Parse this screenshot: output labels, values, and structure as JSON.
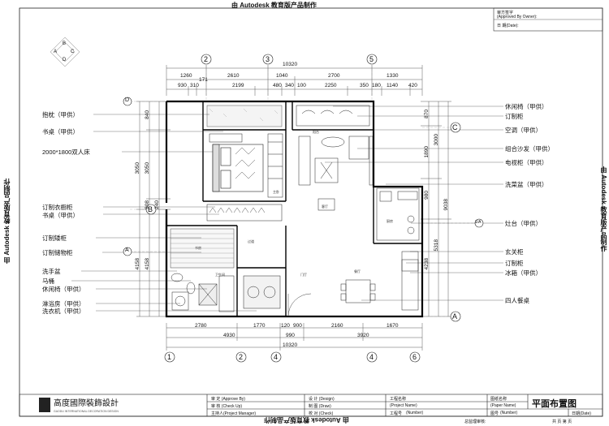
{
  "stamps": {
    "top": "由 Autodesk 教育版产品制作",
    "bottom": "由 Autodesk 教育版产品制作",
    "left": "由 Autodesk 教育版产品制作",
    "right": "由 Autodesk 教育版产品制作"
  },
  "approval": {
    "approver": "审方签字",
    "approver_en": "(Approved By Owner):",
    "date": "日 期(Date):"
  },
  "dims": {
    "top_total": "10320",
    "top_row2": [
      "1260",
      "2610",
      "1040",
      "2700",
      "1330"
    ],
    "top_row3": [
      "930",
      "310",
      "171",
      "2199",
      "480",
      "340",
      "100",
      "2250",
      "350",
      "180",
      "1140",
      "420"
    ],
    "bottom_row1": [
      "2780",
      "1770",
      "120",
      "900",
      "2160",
      "1670"
    ],
    "bottom_row2": [
      "4930",
      "990",
      "3920"
    ],
    "bottom_total": "10320",
    "left_outer": [
      "3050",
      "4158"
    ],
    "left_inner": [
      "840",
      "3050",
      "908",
      "240",
      "4158"
    ],
    "right_inner": [
      "870",
      "1890",
      "980",
      "4238"
    ],
    "right_outer": [
      "3000",
      "5318",
      "9038"
    ]
  },
  "axes": {
    "top": [
      "2",
      "3",
      "5"
    ],
    "bottom": [
      "1",
      "2",
      "4",
      "4",
      "6"
    ],
    "left": [
      "D",
      "B",
      "A"
    ],
    "right": [
      "C",
      "A",
      "A"
    ],
    "right_label": "1/A"
  },
  "left_labels": [
    "抱枕（甲供）",
    "书桌（甲供）",
    "2000*1800双人床",
    "订制衣橱柜",
    "书桌（甲供）",
    "订制矮柜",
    "订制储物柜",
    "洗手盆",
    "马桶",
    "休闲椅（甲供）",
    "淋浴房（甲供）",
    "洗衣机（甲供）"
  ],
  "right_labels": [
    "休闲椅（甲供）",
    "订制柜",
    "空调（甲供）",
    "组合沙发（甲供）",
    "电视柜（甲供）",
    "洗菜盆（甲供）",
    "灶台（甲供）",
    "玄关柜",
    "订制柜",
    "冰箱（甲供）",
    "四人餐桌"
  ],
  "rooms": {
    "bedroom": "主卧",
    "living": "客厅",
    "kitchen": "厨房",
    "study": "书房",
    "corridor": "过道",
    "bath": "卫生间",
    "entry": "门厅",
    "dining": "餐厅",
    "balcony": "阳台"
  },
  "title_block": {
    "company": "高度國際裝飾設計",
    "company_en": "GAODU INTERNATIONAL DECORATION DESIGN",
    "review": "审 定 (Approve By)",
    "audit": "审 核 (Check Up)",
    "manager": "主持人(Project Manager)",
    "design": "设 计 (Design)",
    "draw": "制 图 (Draw)",
    "check": "校 对 (Check)",
    "project_name": "工程名称",
    "project_name_en": "(Project Name)",
    "project_no": "工程号",
    "project_no_en": "(Number)",
    "paper_name_label": "图纸名称",
    "paper_name_en": "(Paper Name)",
    "drawing_title": "平面布置图",
    "figure_no": "图号",
    "figure_no_en": "(Number)",
    "date": "日期(Date)",
    "footer_left": "总监理审核:",
    "footer_right": "共    页    第    页"
  }
}
